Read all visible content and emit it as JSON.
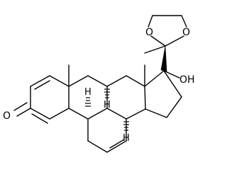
{
  "molecule": {
    "atom_labels": {
      "dioxolane_o_left": "O",
      "dioxolane_o_right": "O",
      "hydroxyl": "OH",
      "ketone_o": "O",
      "h_c9": "H",
      "h_c8": "H",
      "h_c14": "H"
    }
  }
}
